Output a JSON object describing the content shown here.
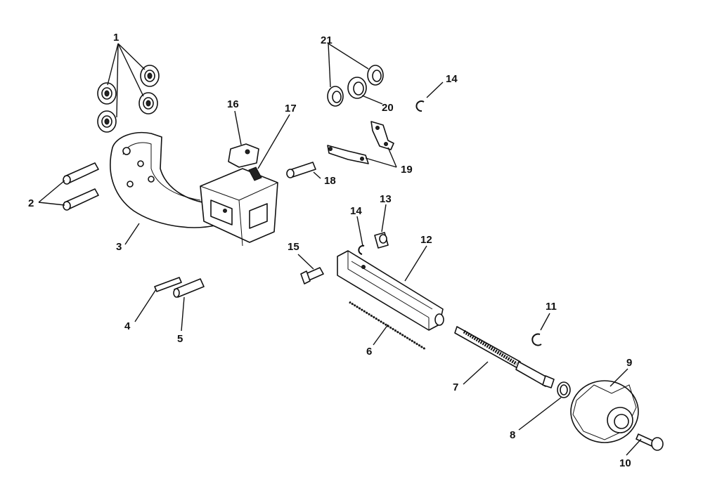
{
  "callouts": [
    {
      "id": "c1",
      "label": "1"
    },
    {
      "id": "c2",
      "label": "2"
    },
    {
      "id": "c3",
      "label": "3"
    },
    {
      "id": "c4",
      "label": "4"
    },
    {
      "id": "c5",
      "label": "5"
    },
    {
      "id": "c6",
      "label": "6"
    },
    {
      "id": "c7",
      "label": "7"
    },
    {
      "id": "c8",
      "label": "8"
    },
    {
      "id": "c9",
      "label": "9"
    },
    {
      "id": "c10",
      "label": "10"
    },
    {
      "id": "c11",
      "label": "11"
    },
    {
      "id": "c12",
      "label": "12"
    },
    {
      "id": "c13",
      "label": "13"
    },
    {
      "id": "c14a",
      "label": "14"
    },
    {
      "id": "c14b",
      "label": "14"
    },
    {
      "id": "c15",
      "label": "15"
    },
    {
      "id": "c16",
      "label": "16"
    },
    {
      "id": "c17",
      "label": "17"
    },
    {
      "id": "c18",
      "label": "18"
    },
    {
      "id": "c19",
      "label": "19"
    },
    {
      "id": "c20",
      "label": "20"
    },
    {
      "id": "c21",
      "label": "21"
    }
  ]
}
